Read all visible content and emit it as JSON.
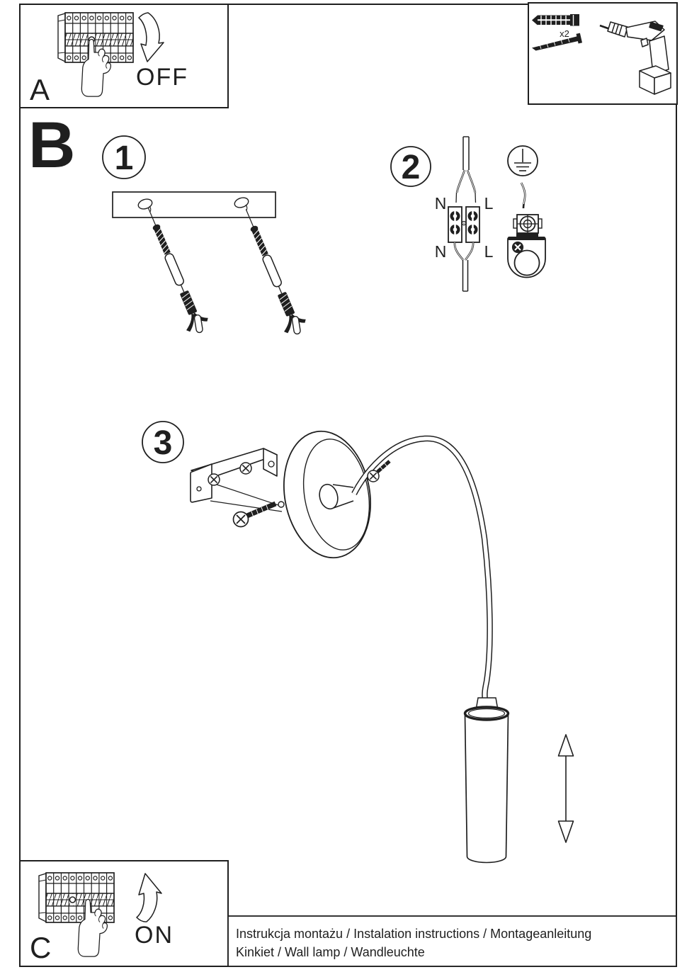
{
  "page": {
    "bg": "#ffffff",
    "line_color": "#1f1f1f"
  },
  "box_a": {
    "label": "A",
    "action": "OFF"
  },
  "box_c": {
    "label": "C",
    "action": "ON"
  },
  "parts_box": {
    "anchor_quantity": "x2"
  },
  "section_b": {
    "label": "B",
    "step1": {
      "number": "1"
    },
    "step2": {
      "number": "2",
      "wire_labels": {
        "top_left": "N",
        "top_right": "L",
        "bottom_left": "N",
        "bottom_right": "L"
      }
    },
    "step3": {
      "number": "3"
    }
  },
  "caption": {
    "line1": "Instrukcja montażu / Instalation instructions / Montageanleitung",
    "line2": "Kinkiet  / Wall lamp / Wandleuchte"
  },
  "icons": {
    "breaker_panel": "circuit-breaker-row",
    "pressing_hand": "hand-pressing-switch",
    "arrow_off": "curved-arrow-down",
    "arrow_on": "curved-arrow-up",
    "wall_plug": "expansion-anchor",
    "screw": "mounting-screw",
    "drill": "power-drill",
    "mounting_plate": "wall-plate-with-holes",
    "terminal_block": "two-pole-terminal",
    "earth": "protective-earth-symbol",
    "lamp": "wall-lamp-gooseneck",
    "adjust_arrow": "double-headed-vertical-arrow"
  }
}
